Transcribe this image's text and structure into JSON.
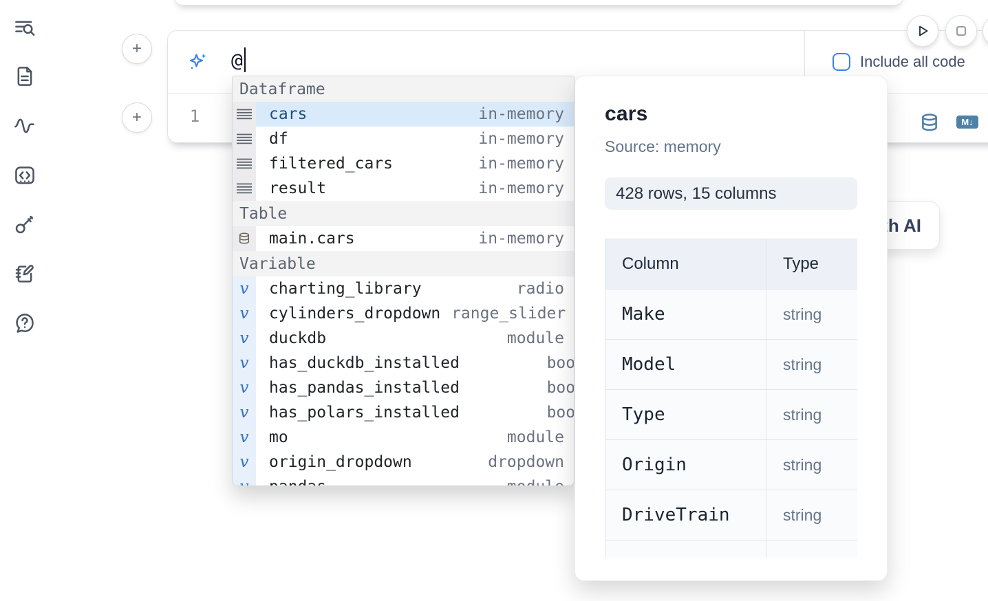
{
  "sidebar": {
    "items": [
      {
        "name": "toc-search-icon"
      },
      {
        "name": "file-icon"
      },
      {
        "name": "activity-icon"
      },
      {
        "name": "snippets-code-icon"
      },
      {
        "name": "key-icon"
      },
      {
        "name": "scratchpad-icon"
      },
      {
        "name": "help-chat-icon"
      }
    ]
  },
  "cell": {
    "ai_input": {
      "value": "@"
    },
    "include_all_code_label": "Include all code",
    "checkbox_checked": false,
    "line_number": "1",
    "markdown_badge": "M↓"
  },
  "run_controls": {
    "play": "run-button",
    "stop": "stop-button"
  },
  "ai_button_label": "Generate with AI",
  "autocomplete": {
    "sections": [
      {
        "label": "Dataframe",
        "icon": "dataframe",
        "items": [
          {
            "name": "cars",
            "kind": "in-memory",
            "selected": true
          },
          {
            "name": "df",
            "kind": "in-memory",
            "selected": false
          },
          {
            "name": "filtered_cars",
            "kind": "in-memory",
            "selected": false
          },
          {
            "name": "result",
            "kind": "in-memory",
            "selected": false
          }
        ]
      },
      {
        "label": "Table",
        "icon": "table",
        "items": [
          {
            "name": "main.cars",
            "kind": "in-memory",
            "selected": false
          }
        ]
      },
      {
        "label": "Variable",
        "icon": "variable",
        "items": [
          {
            "name": "charting_library",
            "kind": "radio",
            "selected": false
          },
          {
            "name": "cylinders_dropdown",
            "kind": "range_slider",
            "selected": false
          },
          {
            "name": "duckdb",
            "kind": "module",
            "selected": false
          },
          {
            "name": "has_duckdb_installed",
            "kind": "bool",
            "selected": false
          },
          {
            "name": "has_pandas_installed",
            "kind": "bool",
            "selected": false
          },
          {
            "name": "has_polars_installed",
            "kind": "bool",
            "selected": false
          },
          {
            "name": "mo",
            "kind": "module",
            "selected": false
          },
          {
            "name": "origin_dropdown",
            "kind": "dropdown",
            "selected": false
          },
          {
            "name": "pandas",
            "kind": "module",
            "selected": false
          }
        ]
      }
    ]
  },
  "preview": {
    "title": "cars",
    "source": "Source: memory",
    "shape_badge": "428 rows, 15 columns",
    "table": {
      "headers": [
        "Column",
        "Type"
      ],
      "rows": [
        {
          "column": "Make",
          "type": "string"
        },
        {
          "column": "Model",
          "type": "string"
        },
        {
          "column": "Type",
          "type": "string"
        },
        {
          "column": "Origin",
          "type": "string"
        },
        {
          "column": "DriveTrain",
          "type": "string"
        }
      ]
    }
  },
  "colors": {
    "accent_blue": "#3b82f6",
    "steel_blue": "#4f81a8",
    "selected_row_bg": "#d9eafb",
    "variable_gutter_bg": "#e7f0fb",
    "badge_bg": "#eef2f6"
  }
}
